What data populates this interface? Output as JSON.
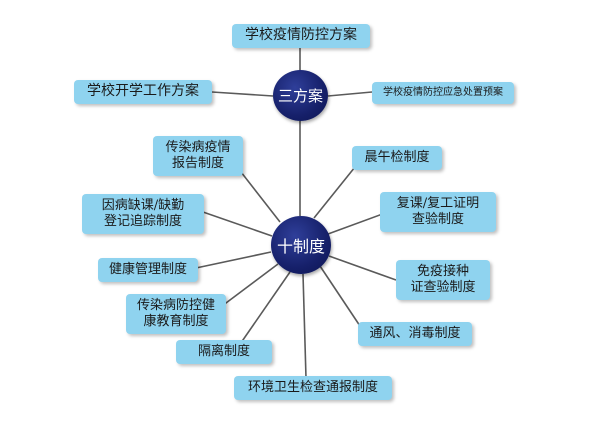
{
  "hubs": {
    "plans": "三方案",
    "systems": "十制度"
  },
  "plans": [
    "学校疫情防控方案",
    "学校开学工作方案",
    "学校疫情防控应急处置预案"
  ],
  "systems": [
    {
      "line1": "传染病疫情",
      "line2": "报告制度"
    },
    {
      "line1": "晨午检制度"
    },
    {
      "line1": "因病缺课/缺勤",
      "line2": "登记追踪制度"
    },
    {
      "line1": "复课/复工证明",
      "line2": "查验制度"
    },
    {
      "line1": "健康管理制度"
    },
    {
      "line1": "免疫接种",
      "line2": "证查验制度"
    },
    {
      "line1": "传染病防控健",
      "line2": "康教育制度"
    },
    {
      "line1": "通风、消毒制度"
    },
    {
      "line1": "隔离制度"
    },
    {
      "line1": "环境卫生检查通报制度"
    }
  ],
  "colors": {
    "box_fill": "#8fd3ef",
    "hub_fill": "#16206a",
    "line": "#5a5a5a"
  }
}
